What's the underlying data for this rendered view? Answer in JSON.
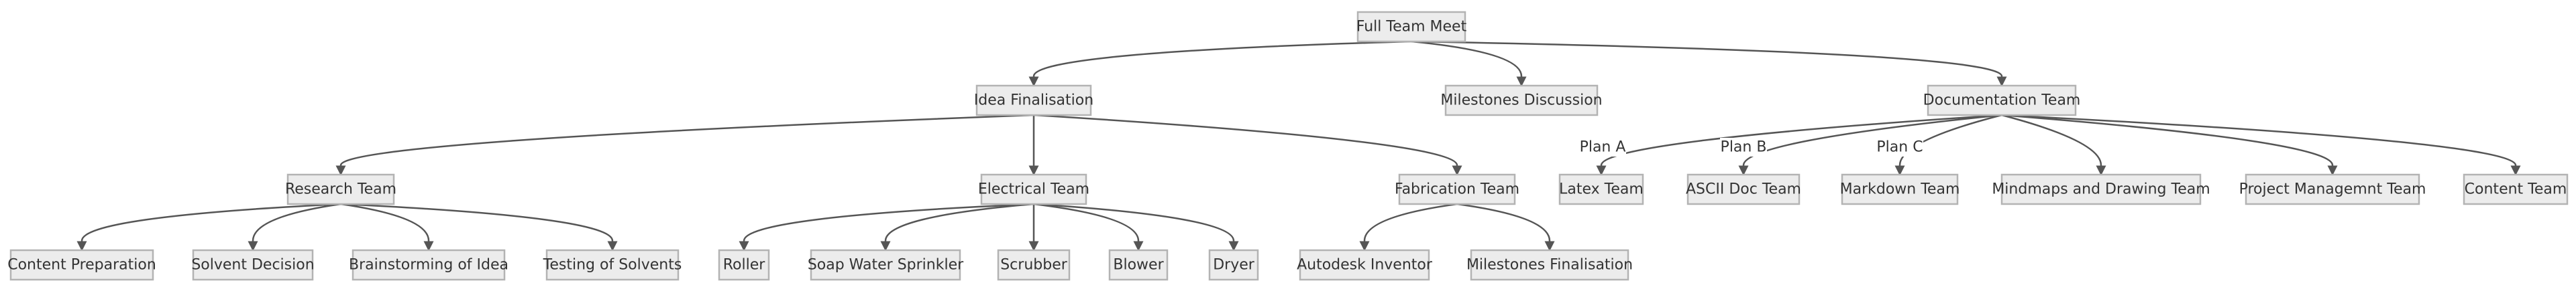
{
  "nodes": [
    {
      "id": "full-team-meet",
      "label": "Full Team Meet"
    },
    {
      "id": "idea-finalisation",
      "label": "Idea Finalisation"
    },
    {
      "id": "milestones-discussion",
      "label": "Milestones Discussion"
    },
    {
      "id": "documentation-team",
      "label": "Documentation Team"
    },
    {
      "id": "research-team",
      "label": "Research Team"
    },
    {
      "id": "electrical-team",
      "label": "Electrical Team"
    },
    {
      "id": "fabrication-team",
      "label": "Fabrication Team"
    },
    {
      "id": "latex-team",
      "label": "Latex Team"
    },
    {
      "id": "ascii-doc-team",
      "label": "ASCII Doc Team"
    },
    {
      "id": "markdown-team",
      "label": "Markdown Team"
    },
    {
      "id": "mindmaps-team",
      "label": "Mindmaps and Drawing Team"
    },
    {
      "id": "project-management-team",
      "label": "Project Managemnt Team"
    },
    {
      "id": "content-team",
      "label": "Content Team"
    },
    {
      "id": "content-preparation",
      "label": "Content Preparation"
    },
    {
      "id": "solvent-decision",
      "label": "Solvent Decision"
    },
    {
      "id": "brainstorming-idea",
      "label": "Brainstorming of Idea"
    },
    {
      "id": "testing-solvents",
      "label": "Testing of Solvents"
    },
    {
      "id": "roller",
      "label": "Roller"
    },
    {
      "id": "soap-water-sprinkler",
      "label": "Soap Water Sprinkler"
    },
    {
      "id": "scrubber",
      "label": "Scrubber"
    },
    {
      "id": "blower",
      "label": "Blower"
    },
    {
      "id": "dryer",
      "label": "Dryer"
    },
    {
      "id": "autodesk-inventor",
      "label": "Autodesk Inventor"
    },
    {
      "id": "milestones-finalisation",
      "label": "Milestones Finalisation"
    }
  ],
  "edges": [
    {
      "from": "full-team-meet",
      "to": "idea-finalisation"
    },
    {
      "from": "full-team-meet",
      "to": "milestones-discussion"
    },
    {
      "from": "full-team-meet",
      "to": "documentation-team"
    },
    {
      "from": "idea-finalisation",
      "to": "research-team"
    },
    {
      "from": "idea-finalisation",
      "to": "electrical-team"
    },
    {
      "from": "idea-finalisation",
      "to": "fabrication-team"
    },
    {
      "from": "documentation-team",
      "to": "latex-team",
      "label": "Plan A"
    },
    {
      "from": "documentation-team",
      "to": "ascii-doc-team",
      "label": "Plan B"
    },
    {
      "from": "documentation-team",
      "to": "markdown-team",
      "label": "Plan C"
    },
    {
      "from": "documentation-team",
      "to": "mindmaps-team"
    },
    {
      "from": "documentation-team",
      "to": "project-management-team"
    },
    {
      "from": "documentation-team",
      "to": "content-team"
    },
    {
      "from": "research-team",
      "to": "content-preparation"
    },
    {
      "from": "research-team",
      "to": "solvent-decision"
    },
    {
      "from": "research-team",
      "to": "brainstorming-idea"
    },
    {
      "from": "research-team",
      "to": "testing-solvents"
    },
    {
      "from": "electrical-team",
      "to": "roller"
    },
    {
      "from": "electrical-team",
      "to": "soap-water-sprinkler"
    },
    {
      "from": "electrical-team",
      "to": "scrubber"
    },
    {
      "from": "electrical-team",
      "to": "blower"
    },
    {
      "from": "electrical-team",
      "to": "dryer"
    },
    {
      "from": "fabrication-team",
      "to": "autodesk-inventor"
    },
    {
      "from": "fabrication-team",
      "to": "milestones-finalisation"
    }
  ]
}
